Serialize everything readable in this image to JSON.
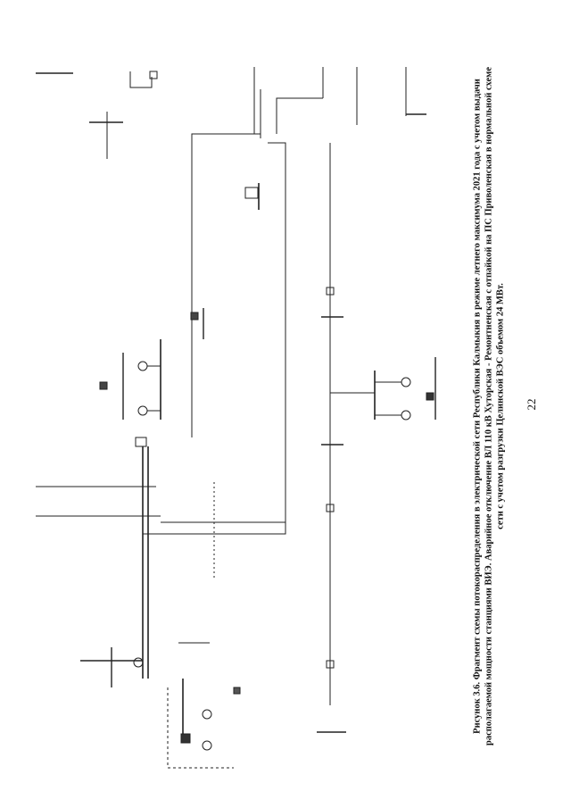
{
  "caption": {
    "line1": "Рисунок 3.6. Фрагмент схемы потокораспределения в электрической сети Республики Калмыкия в режиме летнего максимума 2021 года с учетом выдачи",
    "line2": "располагаемой мощности станциями ВИЭ. Аварийное отключение ВЛ 110 кВ Хуторская - Ремонтненская с отпайкой на ПС Приволенская в нормальной схеме",
    "line3": "сети с учетом разгрузки Целинской ВЭС объемом 24 МВт."
  },
  "page_number": "22"
}
